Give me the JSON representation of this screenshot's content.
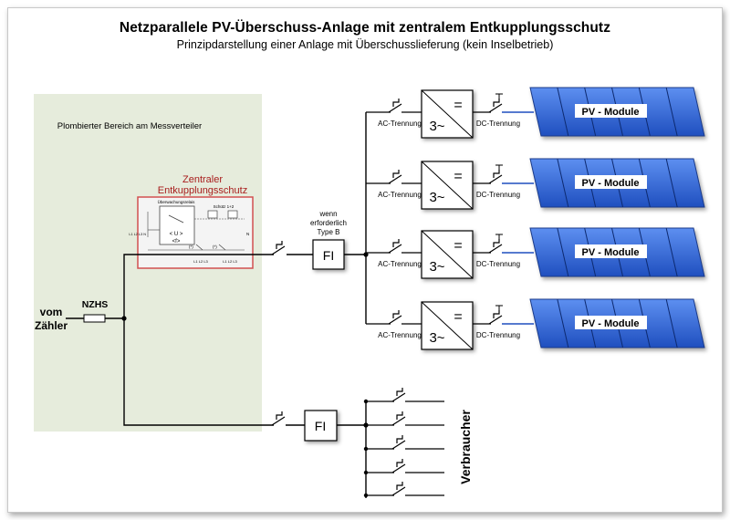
{
  "title": "Netzparallele PV-Überschuss-Anlage mit zentralem Entkupplungsschutz",
  "subtitle": "Prinzipdarstellung  einer Anlage mit Überschusslieferung   (kein Inselbetrieb)",
  "sealed_area_label": "Plombierter Bereich am Messverteiler",
  "protection": {
    "title_line1": "Zentraler",
    "title_line2": "Entkupplungsschutz",
    "relay_label": "Überwachungsrelais",
    "contactor_label": "Schütz 1+2",
    "u_label": "< U >",
    "f_label": "<f>",
    "terminals_left": "L1 L2 L3 N",
    "terminals_bottom1": "L1 L2 L3",
    "terminals_bottom2": "L1 L2 L3",
    "star": "(*)",
    "n_label": "N"
  },
  "meter": {
    "from_line1": "vom",
    "from_line2": "Zähler",
    "fuse_label": "NZHS"
  },
  "fi_note": {
    "line1": "wenn",
    "line2": "erforderlich",
    "line3": "Type B"
  },
  "fi_label": "FI",
  "inverter": {
    "dc_symbol": "=",
    "ac_symbol": "3~"
  },
  "ac_label": "AC-Trennung",
  "dc_label": "DC-Trennung",
  "pv_label": "PV - Module",
  "consumer_label": "Verbraucher",
  "colors": {
    "sealed_area": "#e6ecdc",
    "protection_title": "#a81c1c",
    "protection_border": "#d25050",
    "pv_fill": "#2f64d4",
    "pv_label_bg": "#ffffff"
  }
}
